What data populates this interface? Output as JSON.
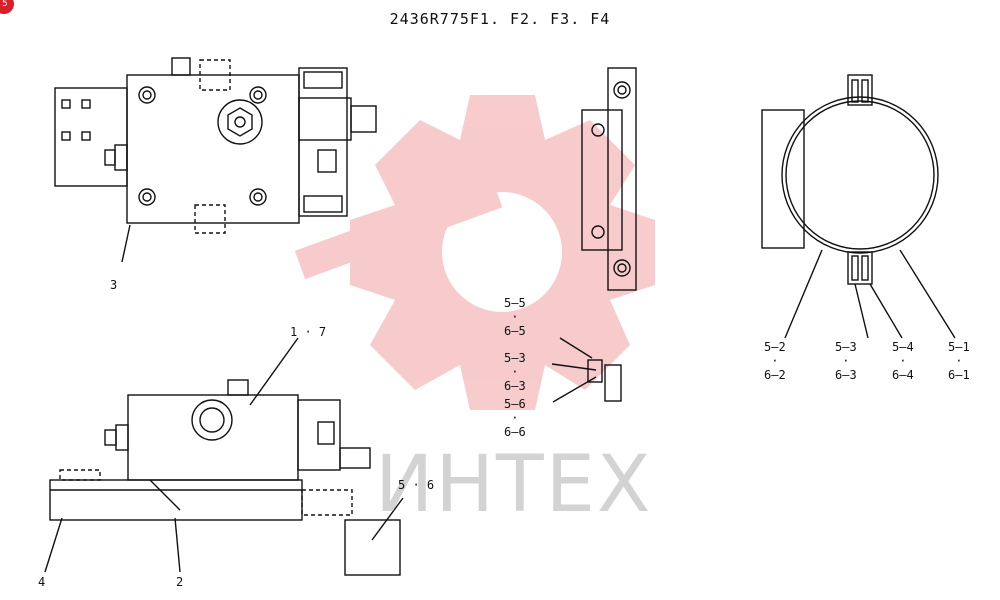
{
  "title": "2436R775F1. F2. F3. F4",
  "corner_badge": "5",
  "watermark": {
    "text": "ИНТЕХ",
    "color": "#f2a0a4"
  },
  "callouts": {
    "c3": "3",
    "c17": "1 · 7",
    "c4": "4",
    "c2": "2",
    "c56": "5 · 6",
    "mid": [
      {
        "top": "5—5",
        "bottom": "6—5"
      },
      {
        "top": "5—3",
        "bottom": "6—3"
      },
      {
        "top": "5—6",
        "bottom": "6—6"
      }
    ],
    "clamp": [
      {
        "top": "5—2",
        "bottom": "6—2"
      },
      {
        "top": "5—3",
        "bottom": "6—3"
      },
      {
        "top": "5—4",
        "bottom": "6—4"
      },
      {
        "top": "5—1",
        "bottom": "6—1"
      }
    ]
  }
}
